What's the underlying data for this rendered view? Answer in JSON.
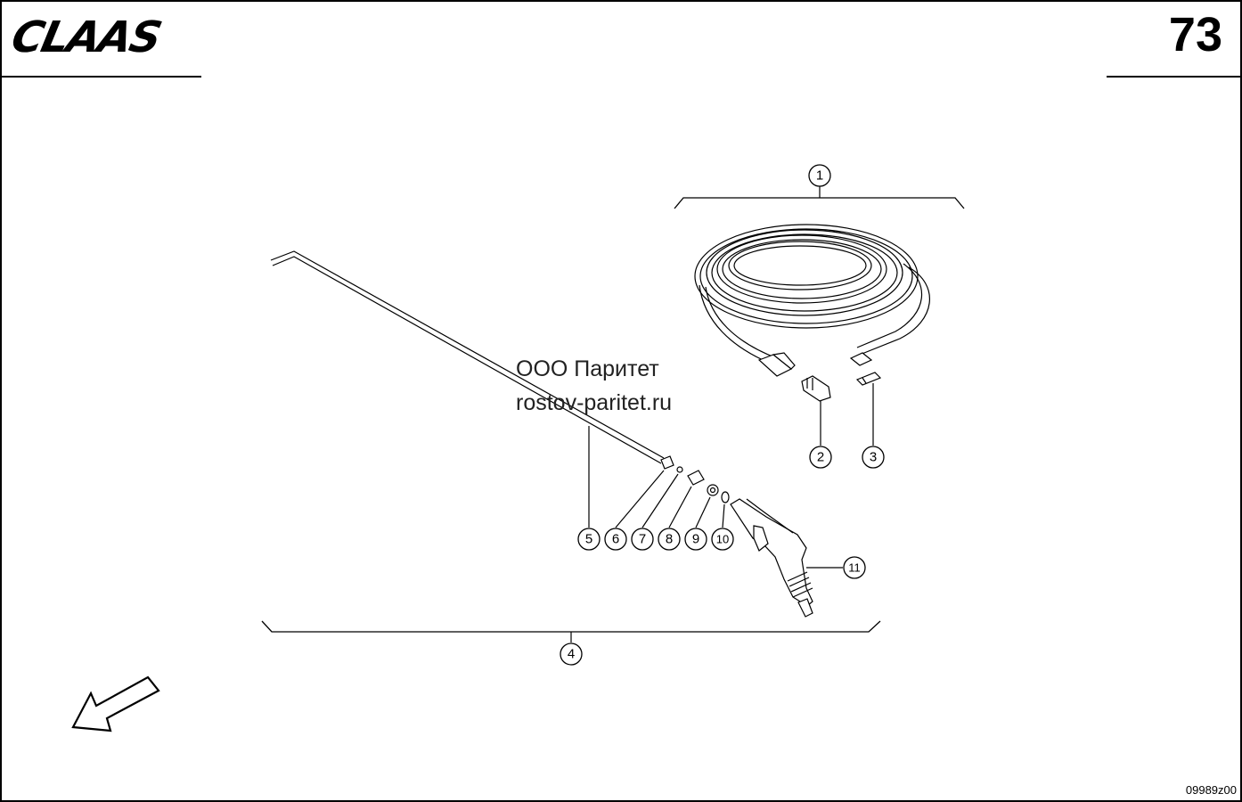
{
  "header": {
    "brand": "CLAAS",
    "page_number": "73"
  },
  "footer": {
    "drawing_code": "09989z00"
  },
  "watermark": {
    "line1": "ООО Паритет",
    "line2": "rostov-paritet.ru"
  },
  "callouts": [
    "1",
    "2",
    "3",
    "4",
    "5",
    "6",
    "7",
    "8",
    "9",
    "10",
    "11"
  ],
  "colors": {
    "line": "#000000",
    "background": "#ffffff"
  },
  "icons": {
    "direction": "arrow-down-left-icon"
  }
}
